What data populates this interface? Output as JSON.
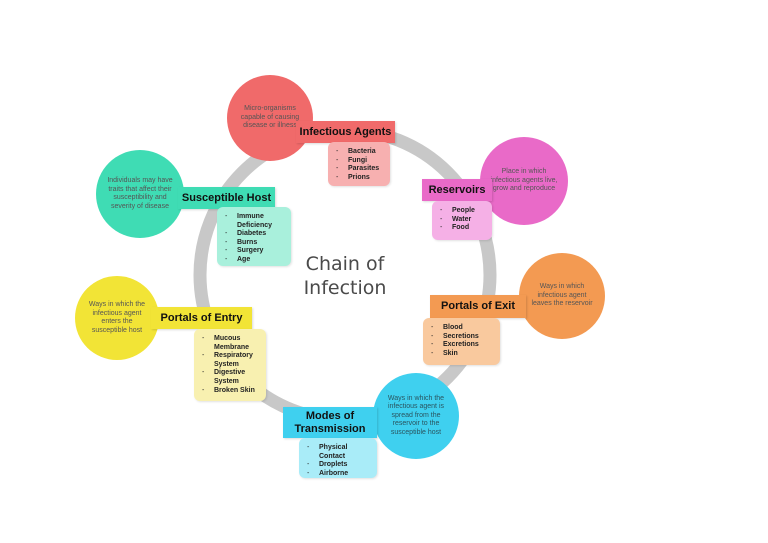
{
  "center_title": [
    "Chain of",
    "Infection"
  ],
  "stages": {
    "infectious_agents": {
      "label": "Infectious Agents",
      "description": "Micro-organisms capable of causing disease or illness",
      "items": [
        "Bacteria",
        "Fungi",
        "Parasites",
        "Prions"
      ]
    },
    "reservoirs": {
      "label": "Reservoirs",
      "description": "Place in which infectious agents live, grow and reproduce",
      "items": [
        "People",
        "Water",
        "Food"
      ]
    },
    "portals_of_exit": {
      "label": "Portals of Exit",
      "description": "Ways in which infectious agent leaves the reservoir",
      "items": [
        "Blood",
        "Secretions",
        "Excretions",
        "Skin"
      ]
    },
    "modes_of_transmission": {
      "label": "Modes of Transmission",
      "description": "Ways in which the infectious agent is spread from the reservoir to the susceptible host",
      "items": [
        "Physical Contact",
        "Droplets",
        "Airborne"
      ]
    },
    "portals_of_entry": {
      "label": "Portals of Entry",
      "description": "Ways in which the infectious agent enters the susceptible host",
      "items": [
        "Mucous Membrane",
        "Respiratory System",
        "Digestive System",
        "Broken Skin"
      ]
    },
    "susceptible_host": {
      "label": "Susceptible Host",
      "description": "Individuals may have traits that affect their susceptibility and severity of disease",
      "items": [
        "Immune Deficiency",
        "Diabetes",
        "Burns",
        "Surgery",
        "Age"
      ]
    }
  },
  "colors": {
    "ring": "#c8c8c8",
    "infectious_agents": "#f06a6a",
    "reservoirs": "#e96ac8",
    "portals_of_exit": "#f39a52",
    "modes_of_transmission": "#3fd0ef",
    "portals_of_entry": "#f2e436",
    "susceptible_host": "#3fdcb4"
  }
}
